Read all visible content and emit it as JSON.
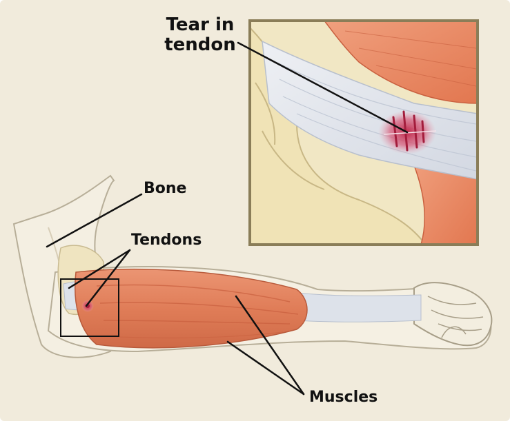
{
  "labels": {
    "tear_in_tendon": "Tear in\ntendon",
    "bone": "Bone",
    "tendons": "Tendons",
    "muscles": "Muscles"
  },
  "colors": {
    "background": "#f1ebdc",
    "muscle": "#e48561",
    "muscle_dark": "#c9603f",
    "tendon": "#dfe3ea",
    "bone": "#f1e7c4",
    "skin_outline": "#b7ae98",
    "injury": "#c0284a",
    "inset_border": "#8a7d58",
    "leader_line": "#111111"
  }
}
